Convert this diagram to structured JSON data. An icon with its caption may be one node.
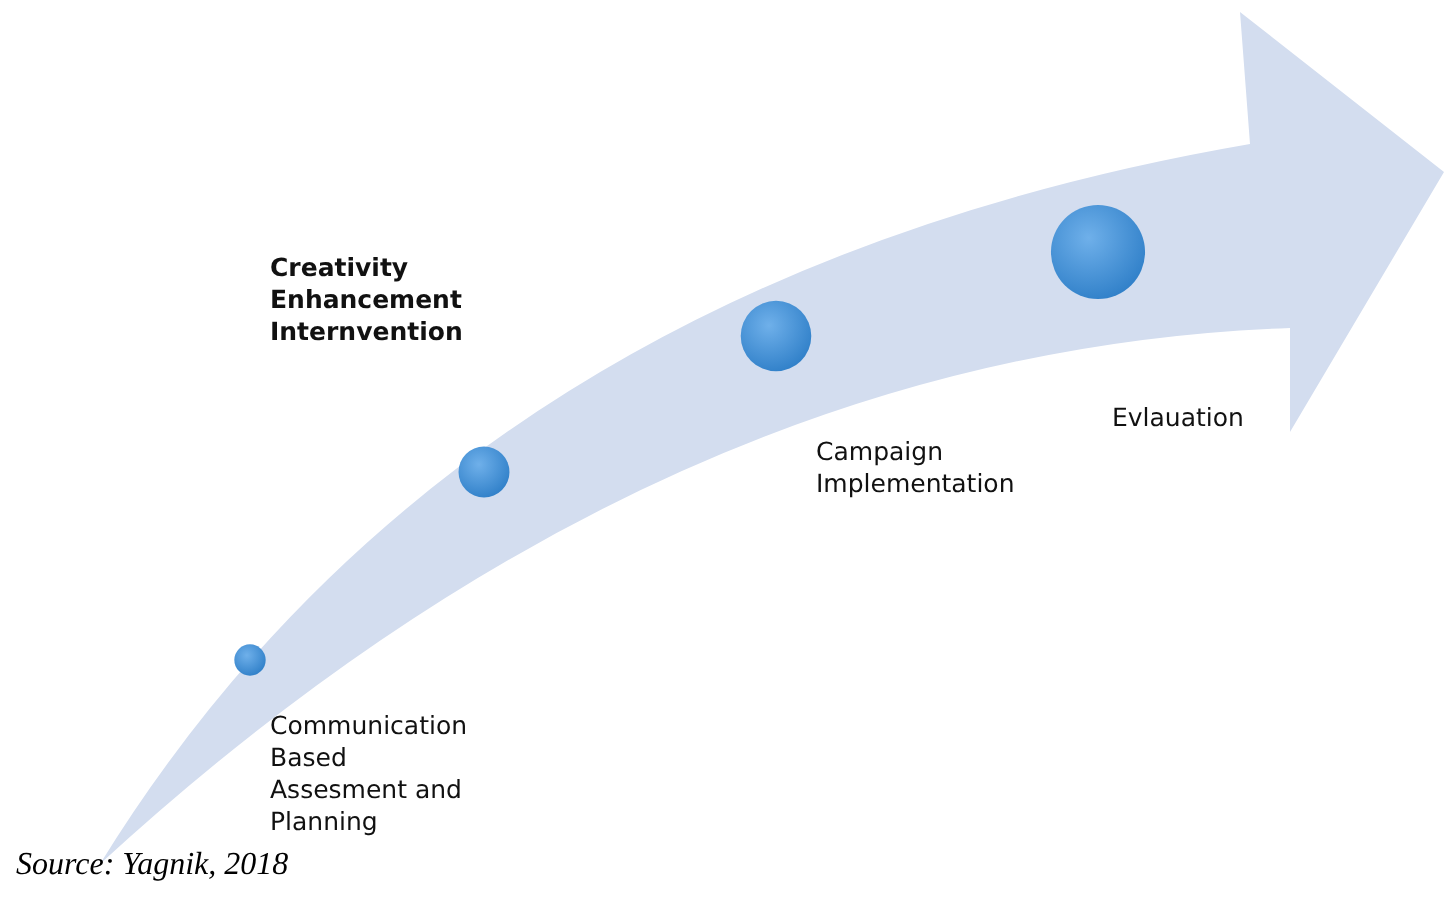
{
  "diagram": {
    "caption": "Source: Yagnik, 2018",
    "nodes": [
      {
        "text": [],
        "shape": "circle"
      },
      {
        "text": [],
        "shape": "circle"
      },
      {
        "text": [],
        "shape": "circle"
      },
      {
        "text": [],
        "shape": "circle"
      }
    ],
    "edges": [],
    "labels": [
      "Creativity Enhancement Internvention",
      "Evlauation",
      "Campaign Implementation",
      "Communication Based Assesment and Planning"
    ]
  }
}
